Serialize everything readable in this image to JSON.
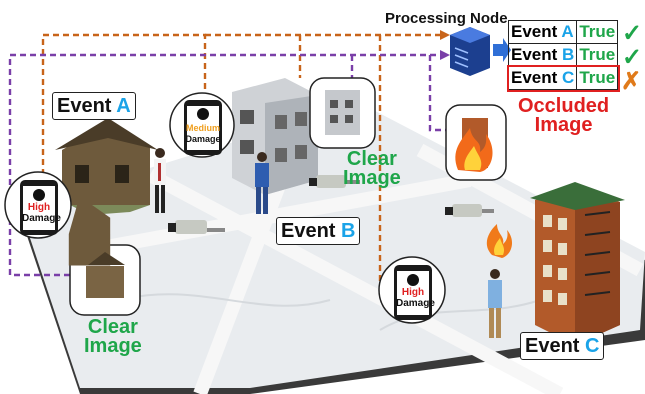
{
  "processing_node": {
    "title": "Processing Node"
  },
  "events": {
    "a": {
      "prefix": "Event ",
      "letter": "A"
    },
    "b": {
      "prefix": "Event ",
      "letter": "B"
    },
    "c": {
      "prefix": "Event ",
      "letter": "C"
    }
  },
  "table": {
    "rows": [
      {
        "event": "Event ",
        "letter": "A",
        "value": "True",
        "mark": "✓"
      },
      {
        "event": "Event ",
        "letter": "B",
        "value": "True",
        "mark": "✓"
      },
      {
        "event": "Event ",
        "letter": "C",
        "value": "True",
        "mark": "✗"
      }
    ]
  },
  "phones": {
    "a": {
      "line1": "High",
      "line2": "Damage"
    },
    "b": {
      "line1": "Medium",
      "line2": "Damage"
    },
    "c": {
      "line1": "High",
      "line2": "Damage"
    }
  },
  "labels": {
    "clear_a_1": "Clear",
    "clear_a_2": "Image",
    "clear_b_1": "Clear",
    "clear_b_2": "Image",
    "occluded_1": "Occluded",
    "occluded_2": "Image"
  },
  "colors": {
    "orange_line": "#c8641a",
    "purple_line": "#7a3fa8",
    "event_letter": "#1aa3e8",
    "green": "#1fa64a",
    "red": "#e02020"
  }
}
